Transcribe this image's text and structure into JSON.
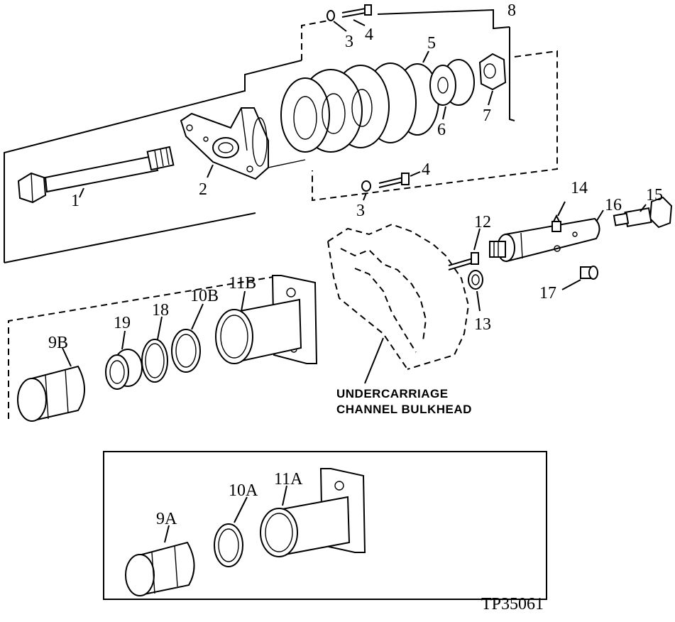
{
  "callouts": {
    "c1": "1",
    "c2": "2",
    "c3a": "3",
    "c3b": "3",
    "c4a": "4",
    "c4b": "4",
    "c5": "5",
    "c6": "6",
    "c7": "7",
    "c8": "8",
    "c9a": "9A",
    "c9b": "9B",
    "c10a": "10A",
    "c10b": "10B",
    "c11a": "11A",
    "c11b": "11B",
    "c12": "12",
    "c13": "13",
    "c14": "14",
    "c15": "15",
    "c16": "16",
    "c17": "17",
    "c18": "18",
    "c19": "19"
  },
  "annotation": {
    "line1": "UNDERCARRIAGE",
    "line2": "CHANNEL BULKHEAD"
  },
  "figure_id": "TP35061"
}
